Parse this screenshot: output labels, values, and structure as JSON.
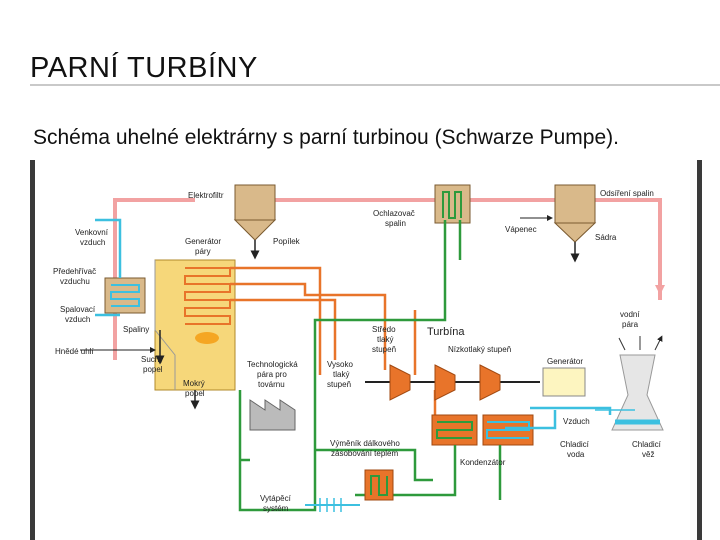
{
  "slide": {
    "title": "PARNÍ TURBÍNY",
    "subtitle": "Schéma uhelné elektrárny s parní turbinou (Schwarze Pumpe)."
  },
  "labels": {
    "elektrofiltr": "Elektrofiltr",
    "venkovni_vzduch_1": "Venkovní",
    "venkovni_vzduch_2": "vzduch",
    "generator_pary_1": "Generátor",
    "generator_pary_2": "páry",
    "poplek": "Popílek",
    "ochlazovac_1": "Ochlazovač",
    "ochlazovac_2": "spalin",
    "vapenec": "Vápenec",
    "odsireni": "Odsíření spalin",
    "sadra": "Sádra",
    "predehrivac_1": "Předehřívač",
    "predehrivac_2": "vzduchu",
    "spalovaci_1": "Spalovací",
    "spalovaci_2": "vzduch",
    "spaliny": "Spaliny",
    "hnede_uhli": "Hnědé uhlí",
    "sucby_popel_1": "Suchý",
    "sucby_popel_2": "popel",
    "mokry_popel_1": "Mokrý",
    "mokry_popel_2": "popel",
    "technologicka_1": "Technologická",
    "technologicka_2": "pára pro",
    "technologicka_3": "továrnu",
    "stredotlaky_1": "Středo",
    "stredotlaky_2": "tlaký",
    "stredotlaky_3": "stupeň",
    "turbina": "Turbína",
    "nizkotlaky": "Nízkotlaký stupeň",
    "vysokotlaky_1": "Vysoko",
    "vysokotlaky_2": "tlaký",
    "vysokotlaky_3": "stupeň",
    "generator": "Generátor",
    "vodni_para_1": "vodní",
    "vodni_para_2": "pára",
    "vzduch": "Vzduch",
    "vymenik_1": "Výměník dálkového",
    "vymenik_2": "zásobování teplem",
    "kondenzator": "Kondenzátor",
    "chladici_voda_1": "Chladicí",
    "chladici_voda_2": "voda",
    "chladici_vez_1": "Chladicí",
    "chladici_vez_2": "věž",
    "vytapeci_1": "Vytápěcí",
    "vytapeci_2": "systém"
  },
  "colors": {
    "steam_orange": "#e8742a",
    "water_green": "#2e9a3c",
    "cooling_cyan": "#3cc0e0",
    "flue_pink": "#f2a2a2",
    "boiler_yellow": "#f6d77a",
    "equipment_tan": "#d9b98a"
  }
}
